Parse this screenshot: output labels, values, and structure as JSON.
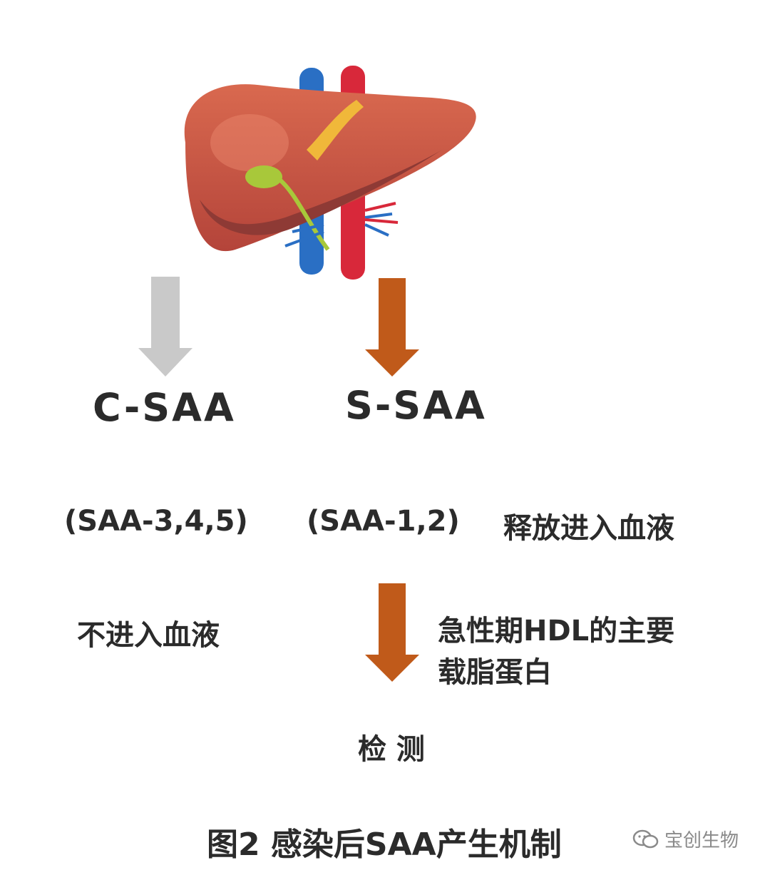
{
  "diagram": {
    "csaa_label": "C-SAA",
    "ssaa_label": "S-SAA",
    "csaa_subtypes": "(SAA-3,4,5)",
    "ssaa_subtypes": "(SAA-1,2)",
    "ssaa_release": "释放进入血液",
    "csaa_no_blood": "不进入血液",
    "ssaa_role_line1": "急性期HDL的主要",
    "ssaa_role_line2": "载脂蛋白",
    "detection": "检 测"
  },
  "caption": "图2 感染后SAA产生机制",
  "watermark": "宝创生物",
  "icons": {
    "liver": "liver-illustration",
    "gray_arrow": "down-arrow-icon",
    "orange_arrow": "down-arrow-icon",
    "watermark_icon": "wechat-icon"
  },
  "colors": {
    "gray_arrow": "#c9c9c9",
    "orange_arrow": "#c05a1a",
    "text": "#2b2b2b",
    "watermark": "#8a8a8a"
  }
}
